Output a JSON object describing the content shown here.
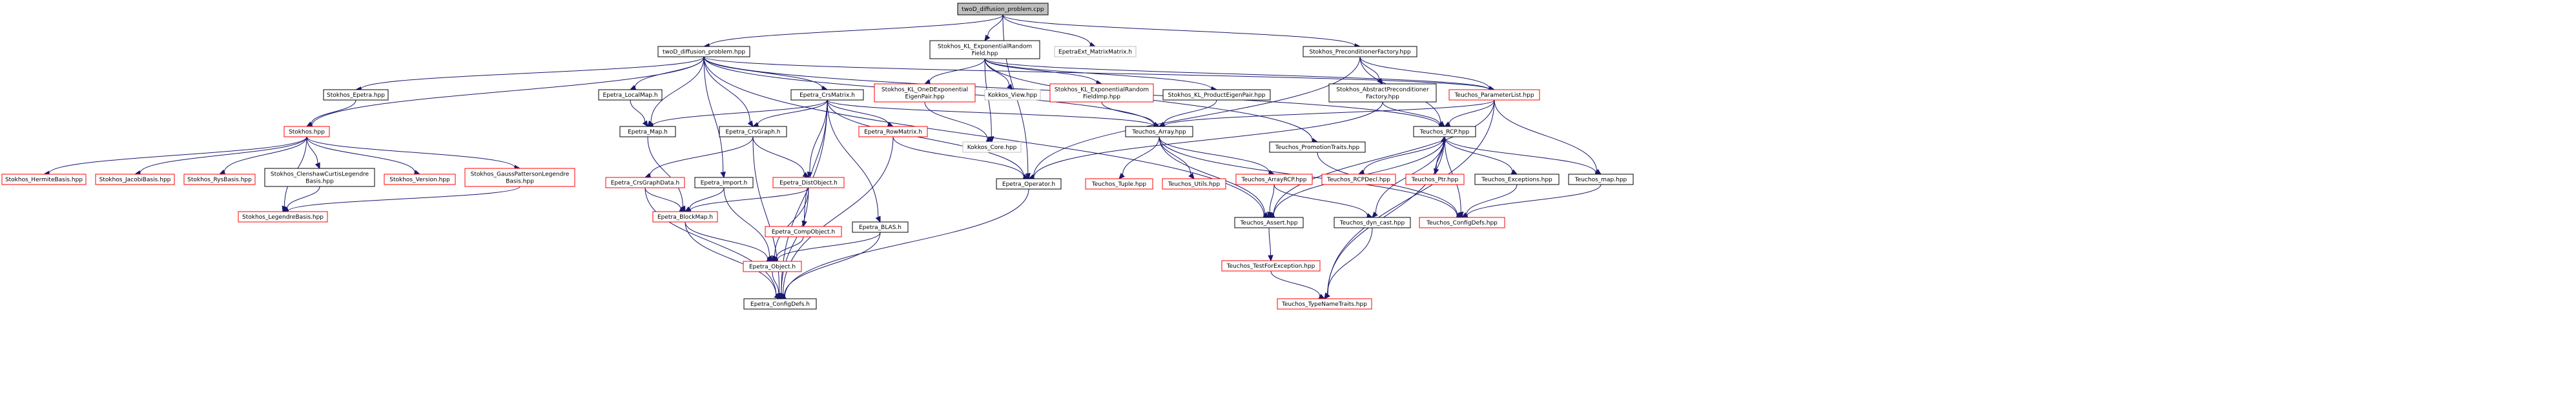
{
  "colors": {
    "root_fill": "#bfbfbf",
    "node_fill": "#ffffff",
    "edge": "#191970",
    "border": {
      "documented": "#000000",
      "has_children": "#ff0000",
      "external": "#bfbfbf"
    }
  },
  "nodes": [
    {
      "id": "twoD_diffusion_problem_cpp",
      "label": [
        "twoD_diffusion_problem.cpp"
      ],
      "kind": "root"
    },
    {
      "id": "twoD_diffusion_problem_hpp",
      "label": [
        "twoD_diffusion_problem.hpp"
      ],
      "kind": "documented"
    },
    {
      "id": "Stokhos_KL_ExponentialRandomField_hpp",
      "label": [
        "Stokhos_KL_ExponentialRandom",
        "Field.hpp"
      ],
      "kind": "documented"
    },
    {
      "id": "EpetraExt_MatrixMatrix_h",
      "label": [
        "EpetraExt_MatrixMatrix.h"
      ],
      "kind": "external"
    },
    {
      "id": "Stokhos_PreconditionerFactory_hpp",
      "label": [
        "Stokhos_PreconditionerFactory.hpp"
      ],
      "kind": "documented"
    },
    {
      "id": "Stokhos_Epetra_hpp",
      "label": [
        "Stokhos_Epetra.hpp"
      ],
      "kind": "documented"
    },
    {
      "id": "Epetra_LocalMap_h",
      "label": [
        "Epetra_LocalMap.h"
      ],
      "kind": "documented"
    },
    {
      "id": "Epetra_CrsMatrix_h",
      "label": [
        "Epetra_CrsMatrix.h"
      ],
      "kind": "documented"
    },
    {
      "id": "Stokhos_KL_OneDExponentialEigenPair_hpp",
      "label": [
        "Stokhos_KL_OneDExponential",
        "EigenPair.hpp"
      ],
      "kind": "has_children"
    },
    {
      "id": "Kokkos_View_hpp",
      "label": [
        "Kokkos_View.hpp"
      ],
      "kind": "external"
    },
    {
      "id": "Stokhos_KL_ExponentialRandomFieldImp_hpp",
      "label": [
        "Stokhos_KL_ExponentialRandom",
        "FieldImp.hpp"
      ],
      "kind": "has_children"
    },
    {
      "id": "Stokhos_KL_ProductEigenPair_hpp",
      "label": [
        "Stokhos_KL_ProductEigenPair.hpp"
      ],
      "kind": "documented"
    },
    {
      "id": "Stokhos_AbstractPreconditionerFactory_hpp",
      "label": [
        "Stokhos_AbstractPreconditioner",
        "Factory.hpp"
      ],
      "kind": "documented"
    },
    {
      "id": "Teuchos_ParameterList_hpp",
      "label": [
        "Teuchos_ParameterList.hpp"
      ],
      "kind": "has_children"
    },
    {
      "id": "Stokhos_hpp",
      "label": [
        "Stokhos.hpp"
      ],
      "kind": "has_children"
    },
    {
      "id": "Epetra_Map_h",
      "label": [
        "Epetra_Map.h"
      ],
      "kind": "documented"
    },
    {
      "id": "Epetra_CrsGraph_h",
      "label": [
        "Epetra_CrsGraph.h"
      ],
      "kind": "documented"
    },
    {
      "id": "Epetra_RowMatrix_h",
      "label": [
        "Epetra_RowMatrix.h"
      ],
      "kind": "has_children"
    },
    {
      "id": "Kokkos_Core_hpp",
      "label": [
        "Kokkos_Core.hpp"
      ],
      "kind": "external"
    },
    {
      "id": "Teuchos_Array_hpp",
      "label": [
        "Teuchos_Array.hpp"
      ],
      "kind": "documented"
    },
    {
      "id": "Teuchos_PromotionTraits_hpp",
      "label": [
        "Teuchos_PromotionTraits.hpp"
      ],
      "kind": "documented"
    },
    {
      "id": "Teuchos_RCP_hpp",
      "label": [
        "Teuchos_RCP.hpp"
      ],
      "kind": "documented"
    },
    {
      "id": "Stokhos_HermiteBasis_hpp",
      "label": [
        "Stokhos_HermiteBasis.hpp"
      ],
      "kind": "has_children"
    },
    {
      "id": "Stokhos_JacobiBasis_hpp",
      "label": [
        "Stokhos_JacobiBasis.hpp"
      ],
      "kind": "has_children"
    },
    {
      "id": "Stokhos_RysBasis_hpp",
      "label": [
        "Stokhos_RysBasis.hpp"
      ],
      "kind": "has_children"
    },
    {
      "id": "Stokhos_ClenshawCurtisLegendreBasis_hpp",
      "label": [
        "Stokhos_ClenshawCurtisLegendre",
        "Basis.hpp"
      ],
      "kind": "documented"
    },
    {
      "id": "Stokhos_Version_hpp",
      "label": [
        "Stokhos_Version.hpp"
      ],
      "kind": "has_children"
    },
    {
      "id": "Stokhos_GaussPattersonLegendreBasis_hpp",
      "label": [
        "Stokhos_GaussPattersonLegendre",
        "Basis.hpp"
      ],
      "kind": "has_children"
    },
    {
      "id": "Epetra_CrsGraphData_h",
      "label": [
        "Epetra_CrsGraphData.h"
      ],
      "kind": "has_children"
    },
    {
      "id": "Epetra_Import_h",
      "label": [
        "Epetra_Import.h"
      ],
      "kind": "documented"
    },
    {
      "id": "Epetra_DistObject_h",
      "label": [
        "Epetra_DistObject.h"
      ],
      "kind": "has_children"
    },
    {
      "id": "Epetra_Operator_h",
      "label": [
        "Epetra_Operator.h"
      ],
      "kind": "documented"
    },
    {
      "id": "Teuchos_Tuple_hpp",
      "label": [
        "Teuchos_Tuple.hpp"
      ],
      "kind": "has_children"
    },
    {
      "id": "Teuchos_Utils_hpp",
      "label": [
        "Teuchos_Utils.hpp"
      ],
      "kind": "has_children"
    },
    {
      "id": "Teuchos_ArrayRCP_hpp",
      "label": [
        "Teuchos_ArrayRCP.hpp"
      ],
      "kind": "has_children"
    },
    {
      "id": "Teuchos_RCPDecl_hpp",
      "label": [
        "Teuchos_RCPDecl.hpp"
      ],
      "kind": "has_children"
    },
    {
      "id": "Teuchos_Ptr_hpp",
      "label": [
        "Teuchos_Ptr.hpp"
      ],
      "kind": "has_children"
    },
    {
      "id": "Teuchos_Exceptions_hpp",
      "label": [
        "Teuchos_Exceptions.hpp"
      ],
      "kind": "documented"
    },
    {
      "id": "Teuchos_map_hpp",
      "label": [
        "Teuchos_map.hpp"
      ],
      "kind": "documented"
    },
    {
      "id": "Stokhos_LegendreBasis_hpp",
      "label": [
        "Stokhos_LegendreBasis.hpp"
      ],
      "kind": "has_children"
    },
    {
      "id": "Epetra_BlockMap_h",
      "label": [
        "Epetra_BlockMap.h"
      ],
      "kind": "has_children"
    },
    {
      "id": "Epetra_CompObject_h",
      "label": [
        "Epetra_CompObject.h"
      ],
      "kind": "has_children"
    },
    {
      "id": "Epetra_BLAS_h",
      "label": [
        "Epetra_BLAS.h"
      ],
      "kind": "documented"
    },
    {
      "id": "Teuchos_Assert_hpp",
      "label": [
        "Teuchos_Assert.hpp"
      ],
      "kind": "documented"
    },
    {
      "id": "Teuchos_dyn_cast_hpp",
      "label": [
        "Teuchos_dyn_cast.hpp"
      ],
      "kind": "documented"
    },
    {
      "id": "Teuchos_ConfigDefs_hpp",
      "label": [
        "Teuchos_ConfigDefs.hpp"
      ],
      "kind": "has_children"
    },
    {
      "id": "Epetra_Object_h",
      "label": [
        "Epetra_Object.h"
      ],
      "kind": "has_children"
    },
    {
      "id": "Teuchos_TestForException_hpp",
      "label": [
        "Teuchos_TestForException.hpp"
      ],
      "kind": "has_children"
    },
    {
      "id": "Epetra_ConfigDefs_h",
      "label": [
        "Epetra_ConfigDefs.h"
      ],
      "kind": "documented"
    },
    {
      "id": "Teuchos_TypeNameTraits_hpp",
      "label": [
        "Teuchos_TypeNameTraits.hpp"
      ],
      "kind": "has_children"
    }
  ],
  "edges": [
    [
      "twoD_diffusion_problem_cpp",
      "twoD_diffusion_problem_hpp"
    ],
    [
      "twoD_diffusion_problem_cpp",
      "Stokhos_KL_ExponentialRandomField_hpp"
    ],
    [
      "twoD_diffusion_problem_cpp",
      "EpetraExt_MatrixMatrix_h"
    ],
    [
      "twoD_diffusion_problem_cpp",
      "Stokhos_PreconditionerFactory_hpp"
    ],
    [
      "twoD_diffusion_problem_cpp",
      "Epetra_Operator_h"
    ],
    [
      "twoD_diffusion_problem_hpp",
      "Stokhos_Epetra_hpp"
    ],
    [
      "twoD_diffusion_problem_hpp",
      "Stokhos_hpp"
    ],
    [
      "twoD_diffusion_problem_hpp",
      "Epetra_LocalMap_h"
    ],
    [
      "twoD_diffusion_problem_hpp",
      "Epetra_Map_h"
    ],
    [
      "twoD_diffusion_problem_hpp",
      "Epetra_CrsMatrix_h"
    ],
    [
      "twoD_diffusion_problem_hpp",
      "Epetra_CrsGraph_h"
    ],
    [
      "twoD_diffusion_problem_hpp",
      "Epetra_Import_h"
    ],
    [
      "twoD_diffusion_problem_hpp",
      "Teuchos_ParameterList_hpp"
    ],
    [
      "twoD_diffusion_problem_hpp",
      "Teuchos_RCP_hpp"
    ],
    [
      "twoD_diffusion_problem_hpp",
      "Teuchos_Array_hpp"
    ],
    [
      "twoD_diffusion_problem_hpp",
      "Teuchos_Assert_hpp"
    ],
    [
      "Stokhos_KL_ExponentialRandomField_hpp",
      "Stokhos_KL_OneDExponentialEigenPair_hpp"
    ],
    [
      "Stokhos_KL_ExponentialRandomField_hpp",
      "Kokkos_View_hpp"
    ],
    [
      "Stokhos_KL_ExponentialRandomField_hpp",
      "Stokhos_KL_ExponentialRandomFieldImp_hpp"
    ],
    [
      "Stokhos_KL_ExponentialRandomField_hpp",
      "Stokhos_KL_ProductEigenPair_hpp"
    ],
    [
      "Stokhos_KL_ExponentialRandomField_hpp",
      "Teuchos_ParameterList_hpp"
    ],
    [
      "Stokhos_KL_ExponentialRandomField_hpp",
      "Teuchos_PromotionTraits_hpp"
    ],
    [
      "Stokhos_KL_ExponentialRandomField_hpp",
      "Kokkos_Core_hpp"
    ],
    [
      "Stokhos_PreconditionerFactory_hpp",
      "Stokhos_AbstractPreconditionerFactory_hpp"
    ],
    [
      "Stokhos_PreconditionerFactory_hpp",
      "Teuchos_ParameterList_hpp"
    ],
    [
      "Stokhos_PreconditionerFactory_hpp",
      "Teuchos_RCP_hpp"
    ],
    [
      "Stokhos_PreconditionerFactory_hpp",
      "Epetra_Operator_h"
    ],
    [
      "Stokhos_Epetra_hpp",
      "Stokhos_hpp"
    ],
    [
      "Stokhos_hpp",
      "Stokhos_HermiteBasis_hpp"
    ],
    [
      "Stokhos_hpp",
      "Stokhos_JacobiBasis_hpp"
    ],
    [
      "Stokhos_hpp",
      "Stokhos_RysBasis_hpp"
    ],
    [
      "Stokhos_hpp",
      "Stokhos_ClenshawCurtisLegendreBasis_hpp"
    ],
    [
      "Stokhos_hpp",
      "Stokhos_Version_hpp"
    ],
    [
      "Stokhos_hpp",
      "Stokhos_GaussPattersonLegendreBasis_hpp"
    ],
    [
      "Stokhos_hpp",
      "Stokhos_LegendreBasis_hpp"
    ],
    [
      "Stokhos_ClenshawCurtisLegendreBasis_hpp",
      "Stokhos_LegendreBasis_hpp"
    ],
    [
      "Stokhos_GaussPattersonLegendreBasis_hpp",
      "Stokhos_LegendreBasis_hpp"
    ],
    [
      "Epetra_LocalMap_h",
      "Epetra_Map_h"
    ],
    [
      "Epetra_Map_h",
      "Epetra_BlockMap_h"
    ],
    [
      "Epetra_CrsMatrix_h",
      "Epetra_Map_h"
    ],
    [
      "Epetra_CrsMatrix_h",
      "Epetra_CrsGraph_h"
    ],
    [
      "Epetra_CrsMatrix_h",
      "Epetra_RowMatrix_h"
    ],
    [
      "Epetra_CrsMatrix_h",
      "Epetra_DistObject_h"
    ],
    [
      "Epetra_CrsMatrix_h",
      "Epetra_CompObject_h"
    ],
    [
      "Epetra_CrsMatrix_h",
      "Epetra_BLAS_h"
    ],
    [
      "Epetra_CrsMatrix_h",
      "Epetra_Operator_h"
    ],
    [
      "Epetra_CrsMatrix_h",
      "Teuchos_Array_hpp"
    ],
    [
      "Epetra_CrsMatrix_h",
      "Epetra_ConfigDefs_h"
    ],
    [
      "Epetra_CrsGraph_h",
      "Epetra_CrsGraphData_h"
    ],
    [
      "Epetra_CrsGraph_h",
      "Epetra_DistObject_h"
    ],
    [
      "Epetra_CrsGraph_h",
      "Epetra_ConfigDefs_h"
    ],
    [
      "Epetra_CrsGraphData_h",
      "Epetra_BlockMap_h"
    ],
    [
      "Epetra_CrsGraphData_h",
      "Epetra_ConfigDefs_h"
    ],
    [
      "Epetra_Import_h",
      "Epetra_BlockMap_h"
    ],
    [
      "Epetra_Import_h",
      "Epetra_Object_h"
    ],
    [
      "Epetra_DistObject_h",
      "Epetra_BlockMap_h"
    ],
    [
      "Epetra_DistObject_h",
      "Epetra_Object_h"
    ],
    [
      "Epetra_DistObject_h",
      "Epetra_ConfigDefs_h"
    ],
    [
      "Epetra_RowMatrix_h",
      "Epetra_Operator_h"
    ],
    [
      "Epetra_RowMatrix_h",
      "Epetra_ConfigDefs_h"
    ],
    [
      "Epetra_Operator_h",
      "Epetra_ConfigDefs_h"
    ],
    [
      "Epetra_BlockMap_h",
      "Epetra_Object_h"
    ],
    [
      "Epetra_BlockMap_h",
      "Epetra_ConfigDefs_h"
    ],
    [
      "Epetra_CompObject_h",
      "Epetra_Object_h"
    ],
    [
      "Epetra_BLAS_h",
      "Epetra_Object_h"
    ],
    [
      "Epetra_BLAS_h",
      "Epetra_ConfigDefs_h"
    ],
    [
      "Epetra_Object_h",
      "Epetra_ConfigDefs_h"
    ],
    [
      "Stokhos_KL_OneDExponentialEigenPair_hpp",
      "Kokkos_Core_hpp"
    ],
    [
      "Stokhos_KL_ExponentialRandomFieldImp_hpp",
      "Teuchos_Array_hpp"
    ],
    [
      "Stokhos_KL_ProductEigenPair_hpp",
      "Teuchos_Array_hpp"
    ],
    [
      "Stokhos_AbstractPreconditionerFactory_hpp",
      "Teuchos_RCP_hpp"
    ],
    [
      "Stokhos_AbstractPreconditionerFactory_hpp",
      "Epetra_Operator_h"
    ],
    [
      "Teuchos_ParameterList_hpp",
      "Teuchos_Array_hpp"
    ],
    [
      "Teuchos_ParameterList_hpp",
      "Teuchos_RCP_hpp"
    ],
    [
      "Teuchos_ParameterList_hpp",
      "Teuchos_Assert_hpp"
    ],
    [
      "Teuchos_ParameterList_hpp",
      "Teuchos_map_hpp"
    ],
    [
      "Teuchos_ParameterList_hpp",
      "Teuchos_TypeNameTraits_hpp"
    ],
    [
      "Teuchos_Array_hpp",
      "Teuchos_Tuple_hpp"
    ],
    [
      "Teuchos_Array_hpp",
      "Teuchos_Utils_hpp"
    ],
    [
      "Teuchos_Array_hpp",
      "Teuchos_ArrayRCP_hpp"
    ],
    [
      "Teuchos_Array_hpp",
      "Teuchos_Assert_hpp"
    ],
    [
      "Teuchos_Array_hpp",
      "Teuchos_ConfigDefs_hpp"
    ],
    [
      "Teuchos_ArrayRCP_hpp",
      "Teuchos_Assert_hpp"
    ],
    [
      "Teuchos_ArrayRCP_hpp",
      "Teuchos_dyn_cast_hpp"
    ],
    [
      "Teuchos_RCP_hpp",
      "Teuchos_RCPDecl_hpp"
    ],
    [
      "Teuchos_RCP_hpp",
      "Teuchos_Ptr_hpp"
    ],
    [
      "Teuchos_RCP_hpp",
      "Teuchos_Exceptions_hpp"
    ],
    [
      "Teuchos_RCP_hpp",
      "Teuchos_map_hpp"
    ],
    [
      "Teuchos_RCP_hpp",
      "Teuchos_Assert_hpp"
    ],
    [
      "Teuchos_RCP_hpp",
      "Teuchos_dyn_cast_hpp"
    ],
    [
      "Teuchos_RCP_hpp",
      "Teuchos_ConfigDefs_hpp"
    ],
    [
      "Teuchos_RCP_hpp",
      "Teuchos_TypeNameTraits_hpp"
    ],
    [
      "Teuchos_Ptr_hpp",
      "Teuchos_RCP_hpp"
    ],
    [
      "Teuchos_PromotionTraits_hpp",
      "Teuchos_ConfigDefs_hpp"
    ],
    [
      "Teuchos_Exceptions_hpp",
      "Teuchos_ConfigDefs_hpp"
    ],
    [
      "Teuchos_map_hpp",
      "Teuchos_ConfigDefs_hpp"
    ],
    [
      "Teuchos_Assert_hpp",
      "Teuchos_TestForException_hpp"
    ],
    [
      "Teuchos_TestForException_hpp",
      "Teuchos_TypeNameTraits_hpp"
    ],
    [
      "Teuchos_dyn_cast_hpp",
      "Teuchos_TypeNameTraits_hpp"
    ]
  ]
}
